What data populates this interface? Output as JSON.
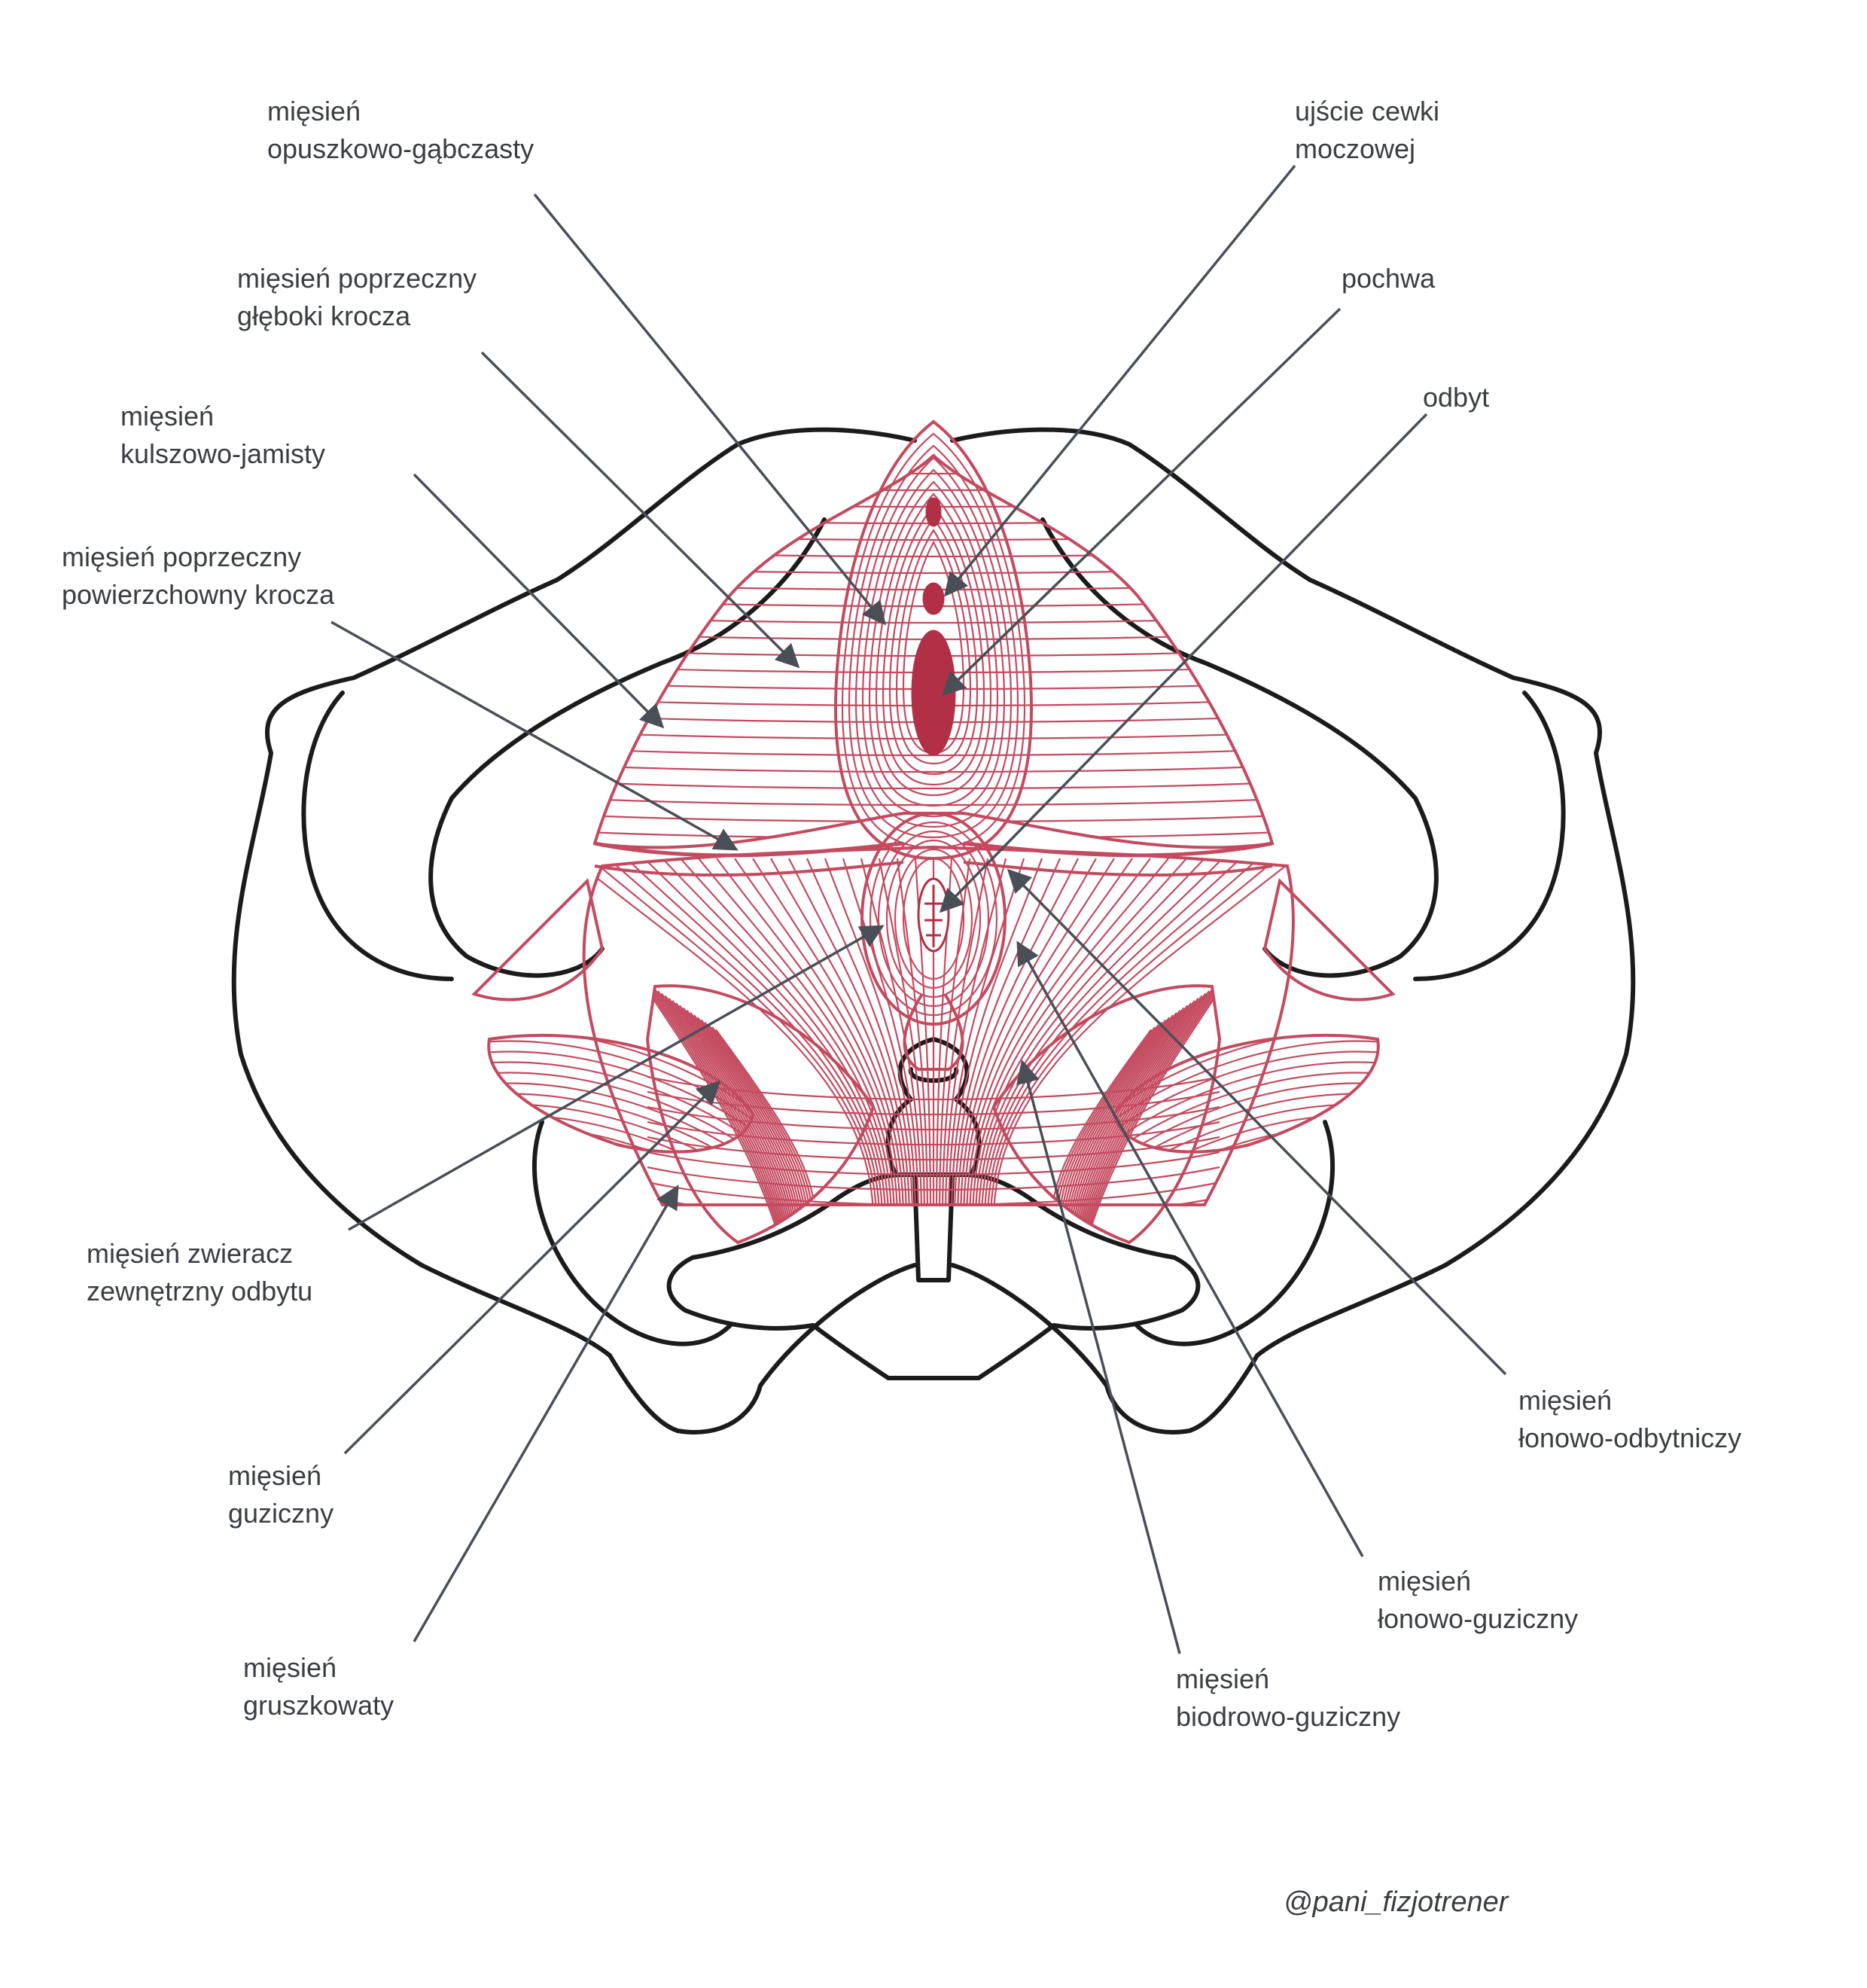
{
  "labels": {
    "bulbospongiosus": [
      "mięsień",
      "opuszkowo-gąbczasty"
    ],
    "deep_transverse": [
      "mięsień poprzeczny",
      "głęboki krocza"
    ],
    "ischiocavernosus": [
      "mięsień",
      "kulszowo-jamisty"
    ],
    "superficial_transverse": [
      "mięsień poprzeczny",
      "powierzchowny krocza"
    ],
    "external_anal_sphincter": [
      "mięsień zwieracz",
      "zewnętrzny odbytu"
    ],
    "coccygeus": [
      "mięsień",
      "guziczny"
    ],
    "piriformis": [
      "mięsień",
      "gruszkowaty"
    ],
    "urethral_opening": [
      "ujście cewki",
      "moczowej"
    ],
    "vagina": [
      "pochwa"
    ],
    "anus": [
      "odbyt"
    ],
    "puborectalis": [
      "mięsień",
      "łonowo-odbytniczy"
    ],
    "pubococcygeus": [
      "mięsień",
      "łonowo-guziczny"
    ],
    "iliococcygeus": [
      "mięsień",
      "biodrowo-guziczny"
    ]
  },
  "credit": "@pani_fizjotrener",
  "colors": {
    "bone_outline": "#1b1b1b",
    "muscle": "#c44a5f",
    "muscle_dark": "#b23045",
    "leader_line": "#4a4f57",
    "text": "#3a3d42"
  }
}
